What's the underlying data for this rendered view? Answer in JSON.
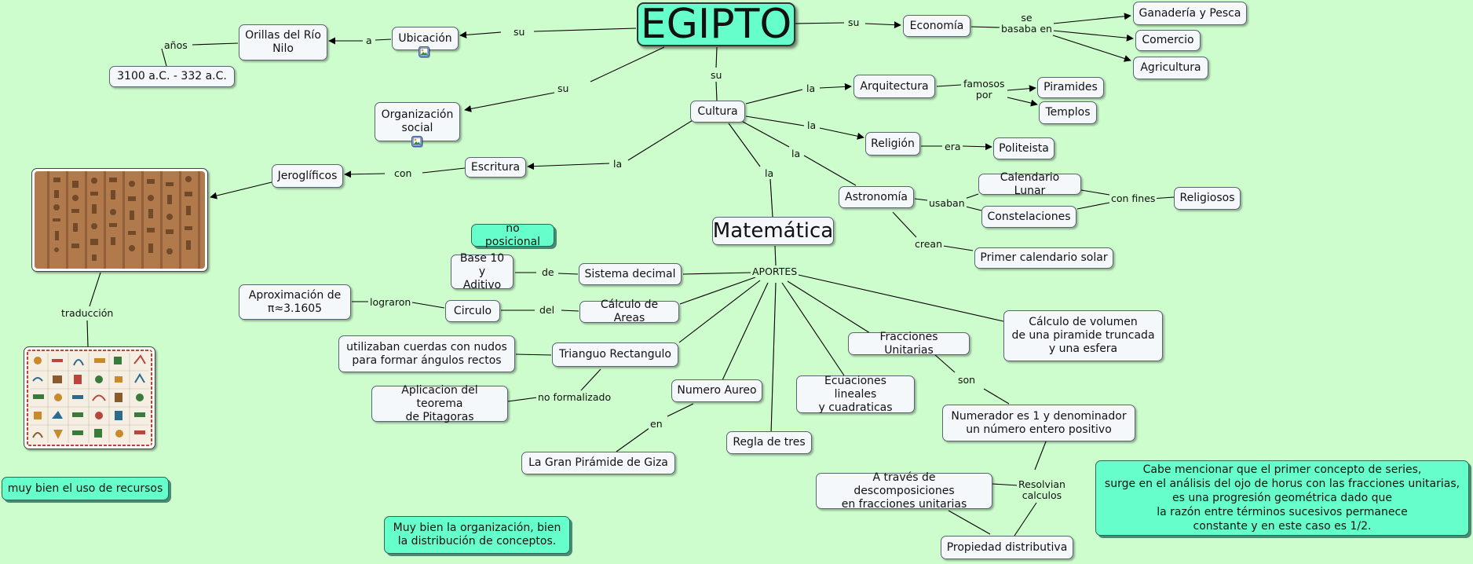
{
  "nodes": {
    "egipto": "EGIPTO",
    "ubicacion": "Ubicación",
    "orillas": "Orillas del Río\nNilo",
    "fechas": "3100 a.C. - 332 a.C.",
    "economia": "Economía",
    "ganaderia": "Ganadería y Pesca",
    "comercio": "Comercio",
    "agricultura": "Agricultura",
    "organizacion": "Organización\nsocial",
    "cultura": "Cultura",
    "arquitectura": "Arquitectura",
    "piramides": "Piramides",
    "templos": "Templos",
    "religion": "Religión",
    "politeista": "Politeista",
    "astronomia": "Astronomía",
    "calendario_lunar": "Calendario Lunar",
    "constelaciones": "Constelaciones",
    "religiosos": "Religiosos",
    "primer_calendario": "Primer calendario solar",
    "escritura": "Escritura",
    "jeroglificos": "Jeroglíficos",
    "matematica": "Matemática",
    "no_posicional": "no posicional",
    "base10": "Base 10 y\nAditivo",
    "sistema_decimal": "Sistema decimal",
    "aproximacion_pi": "Aproximación de\nπ≈3.1605",
    "circulo": "Circulo",
    "calculo_areas": "Cálculo de Areas",
    "cuerdas": "utilizaban cuerdas con nudos\npara formar ángulos rectos",
    "triangulo": "Trianguo Rectangulo",
    "pitagoras": "Aplicacion del teorema\nde Pitagoras",
    "numero_aureo": "Numero Aureo",
    "giza": "La Gran Pirámide de Giza",
    "regla_tres": "Regla de tres",
    "ecuaciones": "Ecuaciones lineales\ny cuadraticas",
    "fracciones": "Fracciones Unitarias",
    "volumen": "Cálculo de volumen\nde una piramide truncada\ny una esfera",
    "numerador": "Numerador es 1 y denominador\nun número entero positivo",
    "descomposiciones": "A través de descomposiciones\nen fracciones unitarias",
    "propiedad": "Propiedad distributiva",
    "nota_series": "Cabe mencionar que el primer concepto de series,\nsurge en el análisis del ojo de horus con las fracciones unitarias,\nes una progresión geométrica dado que\nla razón entre términos sucesivos permanece\nconstante y en este caso es 1/2.",
    "nota_recursos": "muy bien el uso de recursos",
    "nota_organizacion": "Muy bien la organización, bien\nla distribución de conceptos."
  },
  "labels": {
    "su_ubicacion": "su",
    "a": "a",
    "anos": "años",
    "su_economia": "su",
    "se_basaba": "se\nbasaba en",
    "su_organizacion": "su",
    "su_cultura": "su",
    "la_arquitectura": "la",
    "famosos_por": "famosos\npor",
    "la_religion": "la",
    "era": "era",
    "la_astronomia": "la",
    "usaban": "usaban",
    "con_fines": "con fines",
    "crean": "crean",
    "la_escritura": "la",
    "con": "con",
    "la_matematica": "la",
    "traduccion": "traducción",
    "aportes": "APORTES",
    "de": "de",
    "lograron": "lograron",
    "del": "del",
    "no_formalizado": "no formalizado",
    "en": "en",
    "son": "son",
    "resolvian": "Resolvian\ncalculos"
  },
  "colors": {
    "background": "#cdfccd",
    "accent_node": "#66ffcc",
    "node": "#f5f8fb"
  },
  "icons": {
    "image_attachment": "image-icon"
  }
}
